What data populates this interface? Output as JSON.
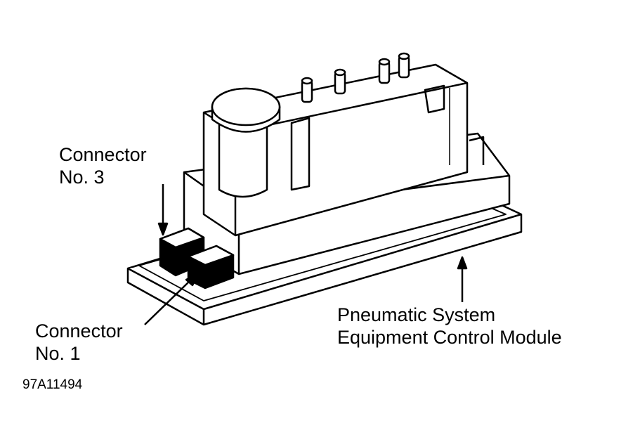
{
  "labels": {
    "connector_3": [
      "Connector",
      "No. 3"
    ],
    "connector_1": [
      "Connector",
      "No. 1"
    ],
    "module": [
      "Pneumatic System",
      "Equipment Control Module"
    ]
  },
  "figure_id": "97A11494"
}
